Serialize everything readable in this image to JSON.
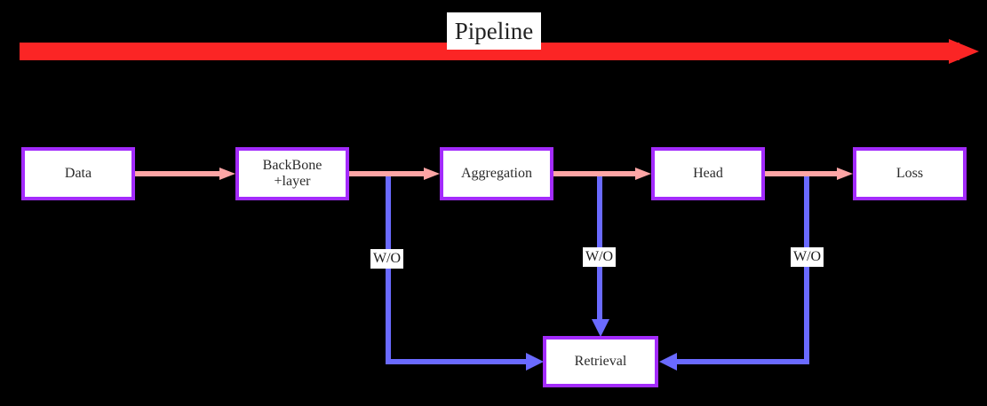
{
  "diagram": {
    "title": "Pipeline",
    "colors": {
      "background": "#000000",
      "node_border": "#a32bfc",
      "node_fill": "#ffffff",
      "pipeline_arrow": "#fb2525",
      "forward_arrow": "#fda5a5",
      "branch_arrow": "#6a6aff",
      "text": "#2b2b2b"
    },
    "nodes": [
      {
        "id": "data",
        "label": "Data"
      },
      {
        "id": "backbone",
        "label": "BackBone\n+layer",
        "line1": "BackBone",
        "line2": "+layer"
      },
      {
        "id": "aggregation",
        "label": "Aggregation"
      },
      {
        "id": "head",
        "label": "Head"
      },
      {
        "id": "loss",
        "label": "Loss"
      },
      {
        "id": "retrieval",
        "label": "Retrieval"
      }
    ],
    "forward_edges": [
      {
        "from": "data",
        "to": "backbone"
      },
      {
        "from": "backbone",
        "to": "aggregation"
      },
      {
        "from": "aggregation",
        "to": "head"
      },
      {
        "from": "head",
        "to": "loss"
      }
    ],
    "branch_edges": [
      {
        "id": "left",
        "label": "W/O",
        "from": "backbone-aggregation-link",
        "to": "retrieval"
      },
      {
        "id": "mid",
        "label": "W/O",
        "from": "aggregation-head-link",
        "to": "retrieval"
      },
      {
        "id": "right",
        "label": "W/O",
        "from": "head-loss-link",
        "to": "retrieval"
      }
    ]
  }
}
